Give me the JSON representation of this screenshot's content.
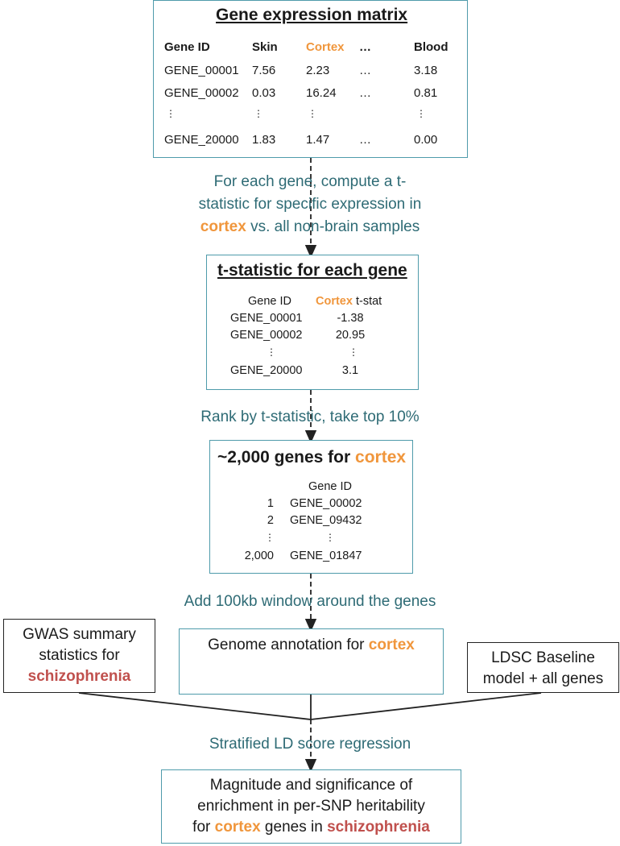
{
  "matrix": {
    "title": "Gene expression matrix",
    "headers": [
      "Gene ID",
      "Skin",
      "Cortex",
      "…",
      "Blood"
    ],
    "rows": [
      [
        "GENE_00001",
        "7.56",
        "2.23",
        "…",
        "3.18"
      ],
      [
        "GENE_00002",
        "0.03",
        "16.24",
        "…",
        "0.81"
      ],
      [
        "GENE_20000",
        "1.83",
        "1.47",
        "…",
        "0.00"
      ]
    ]
  },
  "step1": {
    "line1": "For each gene, compute a t-",
    "line2": "statistic for specific expression in",
    "line3_highlight": "cortex",
    "line3_rest": " vs. all non-brain samples"
  },
  "tstat": {
    "title": "t-statistic for each gene",
    "col1": "Gene ID",
    "col2_highlight": "Cortex",
    "col2_rest": " t-stat",
    "rows": [
      [
        "GENE_00001",
        "-1.38"
      ],
      [
        "GENE_00002",
        "20.95"
      ],
      [
        "GENE_20000",
        "3.1"
      ]
    ]
  },
  "step2": {
    "text": "Rank by t-statistic, take top 10%"
  },
  "topgenes": {
    "title_prefix": "~2,000 genes for ",
    "title_highlight": "cortex",
    "col_header": "Gene ID",
    "rows": [
      [
        "1",
        "GENE_00002"
      ],
      [
        "2",
        "GENE_09432"
      ],
      [
        "2,000",
        "GENE_01847"
      ]
    ]
  },
  "step3": {
    "text": "Add 100kb window around the genes"
  },
  "annotation": {
    "prefix": "Genome annotation for ",
    "highlight": "cortex"
  },
  "gwas": {
    "line1": "GWAS summary",
    "line2": "statistics for",
    "highlight": "schizophrenia"
  },
  "ldsc": {
    "line1": "LDSC Baseline",
    "line2": "model + all genes"
  },
  "step4": {
    "text": "Stratified LD score regression"
  },
  "result": {
    "line1": "Magnitude and significance of",
    "line2": "enrichment in per-SNP heritability",
    "line3_pre": "for ",
    "line3_h1": "cortex",
    "line3_mid": " genes in ",
    "line3_h2": "schizophrenia"
  },
  "colors": {
    "teal": "#2e6b75",
    "box_border": "#4f9bab",
    "orange": "#f0963c",
    "red": "#c0504d"
  }
}
